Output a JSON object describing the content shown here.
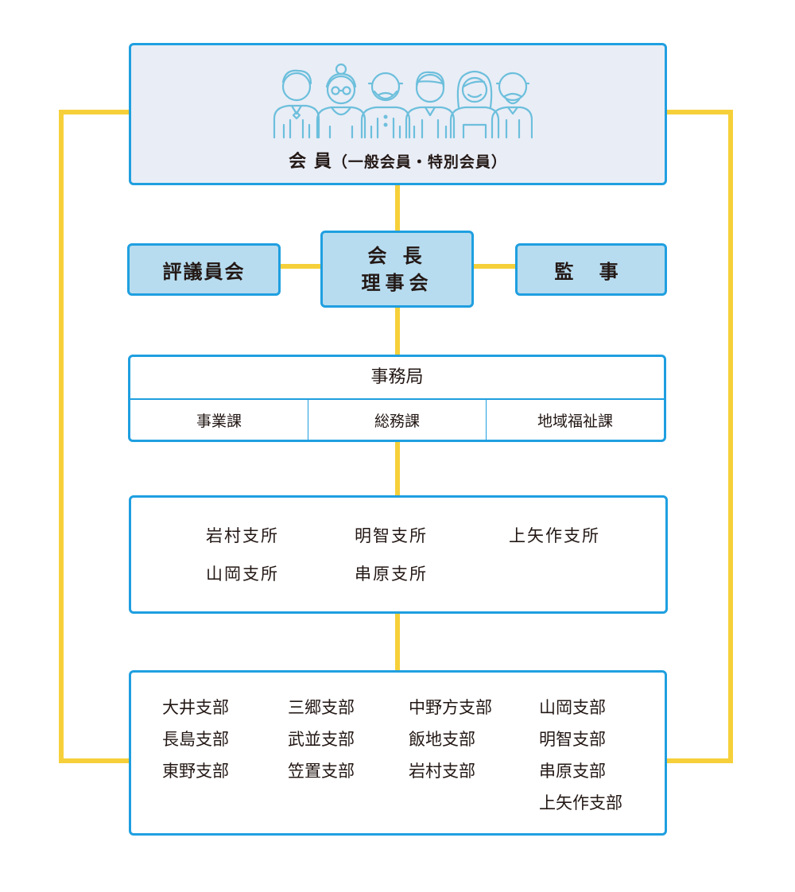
{
  "members": {
    "title": "会 員",
    "subtitle": "（一般会員・特別会員）",
    "icon": "people-group-icon",
    "icon_color": "#6cbfdc"
  },
  "governance": {
    "council": "評議員会",
    "chair_line1": "会 長",
    "chair_line2": "理事会",
    "audit": "監 事"
  },
  "secretariat": {
    "title": "事務局",
    "sections": [
      "事業課",
      "総務課",
      "地域福祉課"
    ]
  },
  "branch_offices": [
    "岩村支所",
    "明智支所",
    "上矢作支所",
    "山岡支所",
    "串原支所"
  ],
  "sub_branches": [
    [
      "大井支部",
      "長島支部",
      "東野支部"
    ],
    [
      "三郷支部",
      "武並支部",
      "笠置支部"
    ],
    [
      "中野方支部",
      "飯地支部",
      "岩村支部"
    ],
    [
      "山岡支部",
      "明智支部",
      "串原支部",
      "上矢作支部"
    ]
  ],
  "colors": {
    "border": "#1f9fe0",
    "connector": "#f6d03a",
    "members_fill": "#e9edf6",
    "governance_fill": "#b7dcef"
  }
}
